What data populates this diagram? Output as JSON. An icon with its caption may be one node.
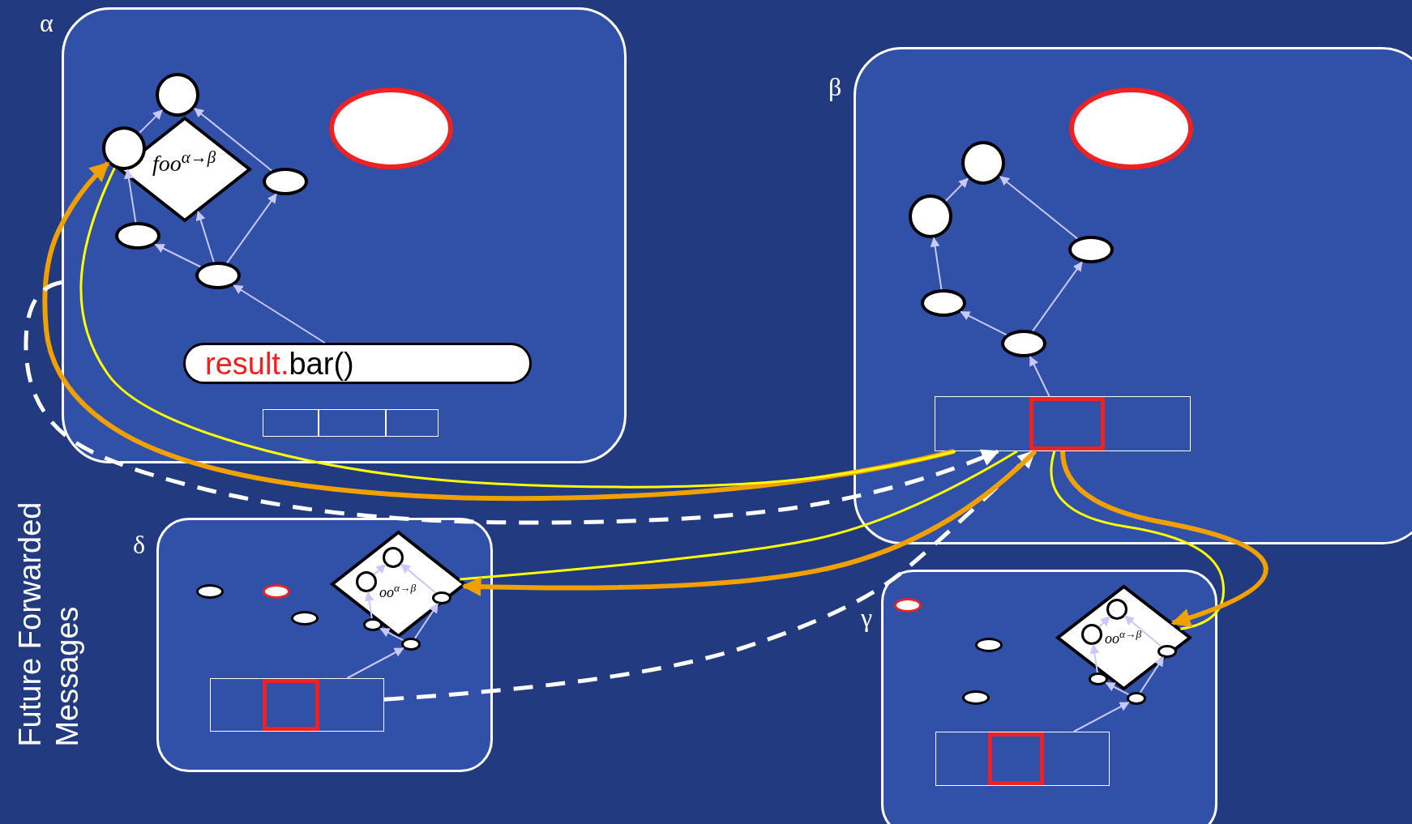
{
  "diagram": {
    "nodes": [
      {
        "text": [
          "α"
        ]
      },
      {
        "text": [
          "foo$^{α→β}$"
        ],
        "in": 0
      },
      {
        "text": [],
        "shape": "circle",
        "in": 0
      },
      {
        "text": [],
        "shape": "circle",
        "in": 0
      },
      {
        "text": [],
        "shape": "ellipse",
        "in": 0
      },
      {
        "text": [],
        "shape": "ellipse",
        "in": 0
      },
      {
        "text": [],
        "shape": "ellipse",
        "in": 0
      },
      {
        "text": [],
        "shape": "ellipse",
        "in": 0
      },
      {
        "text": [
          "result.",
          "bar()"
        ],
        "in": 0
      },
      {
        "text": [],
        "shape": "box",
        "in": 0
      },
      {
        "text": [
          "β"
        ]
      },
      {
        "text": [],
        "shape": "ellipse",
        "in": 10
      },
      {
        "text": [],
        "shape": "circle",
        "in": 10
      },
      {
        "text": [],
        "shape": "circle",
        "in": 10
      },
      {
        "text": [],
        "shape": "ellipse",
        "in": 10
      },
      {
        "text": [],
        "shape": "ellipse",
        "in": 10
      },
      {
        "text": [],
        "shape": "ellipse",
        "in": 10
      },
      {
        "text": [],
        "shape": "box",
        "in": 10
      },
      {
        "text": [
          "δ"
        ]
      },
      {
        "text": [],
        "shape": "ellipse",
        "in": 18
      },
      {
        "text": [],
        "shape": "ellipse",
        "in": 18
      },
      {
        "text": [],
        "shape": "ellipse",
        "in": 18
      },
      {
        "text": [
          "oo$^{α→β}$"
        ],
        "in": 18
      },
      {
        "text": [],
        "shape": "circle",
        "in": 22
      },
      {
        "text": [],
        "shape": "circle",
        "in": 22
      },
      {
        "text": [],
        "shape": "ellipse",
        "in": 22
      },
      {
        "text": [],
        "shape": "ellipse",
        "in": 18
      },
      {
        "text": [],
        "shape": "ellipse",
        "in": 18
      },
      {
        "text": [],
        "shape": "box",
        "in": 18
      },
      {
        "text": [
          "γ"
        ]
      },
      {
        "text": [],
        "shape": "ellipse",
        "in": 29
      },
      {
        "text": [],
        "shape": "ellipse",
        "in": 29
      },
      {
        "text": [],
        "shape": "ellipse",
        "in": 29
      },
      {
        "text": [
          "oo$^{α→β}$"
        ],
        "in": 29
      },
      {
        "text": [],
        "shape": "circle",
        "in": 33
      },
      {
        "text": [],
        "shape": "circle",
        "in": 33
      },
      {
        "text": [],
        "shape": "ellipse",
        "in": 33
      },
      {
        "text": [],
        "shape": "ellipse",
        "in": 29
      },
      {
        "text": [],
        "shape": "ellipse",
        "in": 29
      },
      {
        "text": [],
        "shape": "box",
        "in": 29
      }
    ],
    "edges": [
      {
        "from": 3,
        "to": 2,
        "arrow": "to"
      },
      {
        "from": 4,
        "to": 2,
        "arrow": "to"
      },
      {
        "from": 5,
        "to": 3,
        "arrow": "to"
      },
      {
        "from": 6,
        "to": 5,
        "arrow": "to"
      },
      {
        "from": 6,
        "to": 1,
        "arrow": "to"
      },
      {
        "from": 6,
        "to": 4,
        "arrow": "to"
      },
      {
        "from": 8,
        "to": 6,
        "arrow": "to"
      },
      {
        "from": 13,
        "to": 12,
        "arrow": "to"
      },
      {
        "from": 14,
        "to": 12,
        "arrow": "to"
      },
      {
        "from": 15,
        "to": 13,
        "arrow": "to"
      },
      {
        "from": 16,
        "to": 15,
        "arrow": "to"
      },
      {
        "from": 16,
        "to": 14,
        "arrow": "to"
      },
      {
        "from": 17,
        "to": 16,
        "arrow": "to"
      },
      {
        "from": 24,
        "to": 23,
        "arrow": "to"
      },
      {
        "from": 25,
        "to": 23,
        "arrow": "to"
      },
      {
        "from": 26,
        "to": 24,
        "arrow": "to"
      },
      {
        "from": 27,
        "to": 26,
        "arrow": "to"
      },
      {
        "from": 27,
        "to": 25,
        "arrow": "to"
      },
      {
        "from": 28,
        "to": 27,
        "arrow": "to"
      },
      {
        "from": 35,
        "to": 34,
        "arrow": "to"
      },
      {
        "from": 36,
        "to": 34,
        "arrow": "to"
      },
      {
        "from": 37,
        "to": 35,
        "arrow": "to"
      },
      {
        "from": 38,
        "to": 37,
        "arrow": "to"
      },
      {
        "from": 38,
        "to": 36,
        "arrow": "to"
      },
      {
        "from": 39,
        "to": 38,
        "arrow": "to"
      },
      {
        "from": 17,
        "to": 3,
        "arrow": "to",
        "style": "thick",
        "color": "#f0a000"
      },
      {
        "from": 3,
        "to": 17,
        "arrow": "none",
        "color": "#ffff00"
      },
      {
        "from": 0,
        "to": 17,
        "arrow": "to",
        "style": "dashed",
        "color": "#ffffff"
      },
      {
        "from": 28,
        "to": 17,
        "arrow": "to",
        "style": "dashed",
        "color": "#ffffff"
      },
      {
        "from": 22,
        "to": 17,
        "arrow": "none",
        "color": "#ffff00"
      },
      {
        "from": 17,
        "to": 22,
        "arrow": "to",
        "style": "thick",
        "color": "#f0a000"
      },
      {
        "from": 17,
        "to": 33,
        "arrow": "none",
        "color": "#ffff00"
      },
      {
        "from": 17,
        "to": 33,
        "arrow": "to",
        "style": "thick",
        "color": "#f0a000"
      }
    ],
    "labels": [
      "Future Forwarded Messages"
    ]
  }
}
